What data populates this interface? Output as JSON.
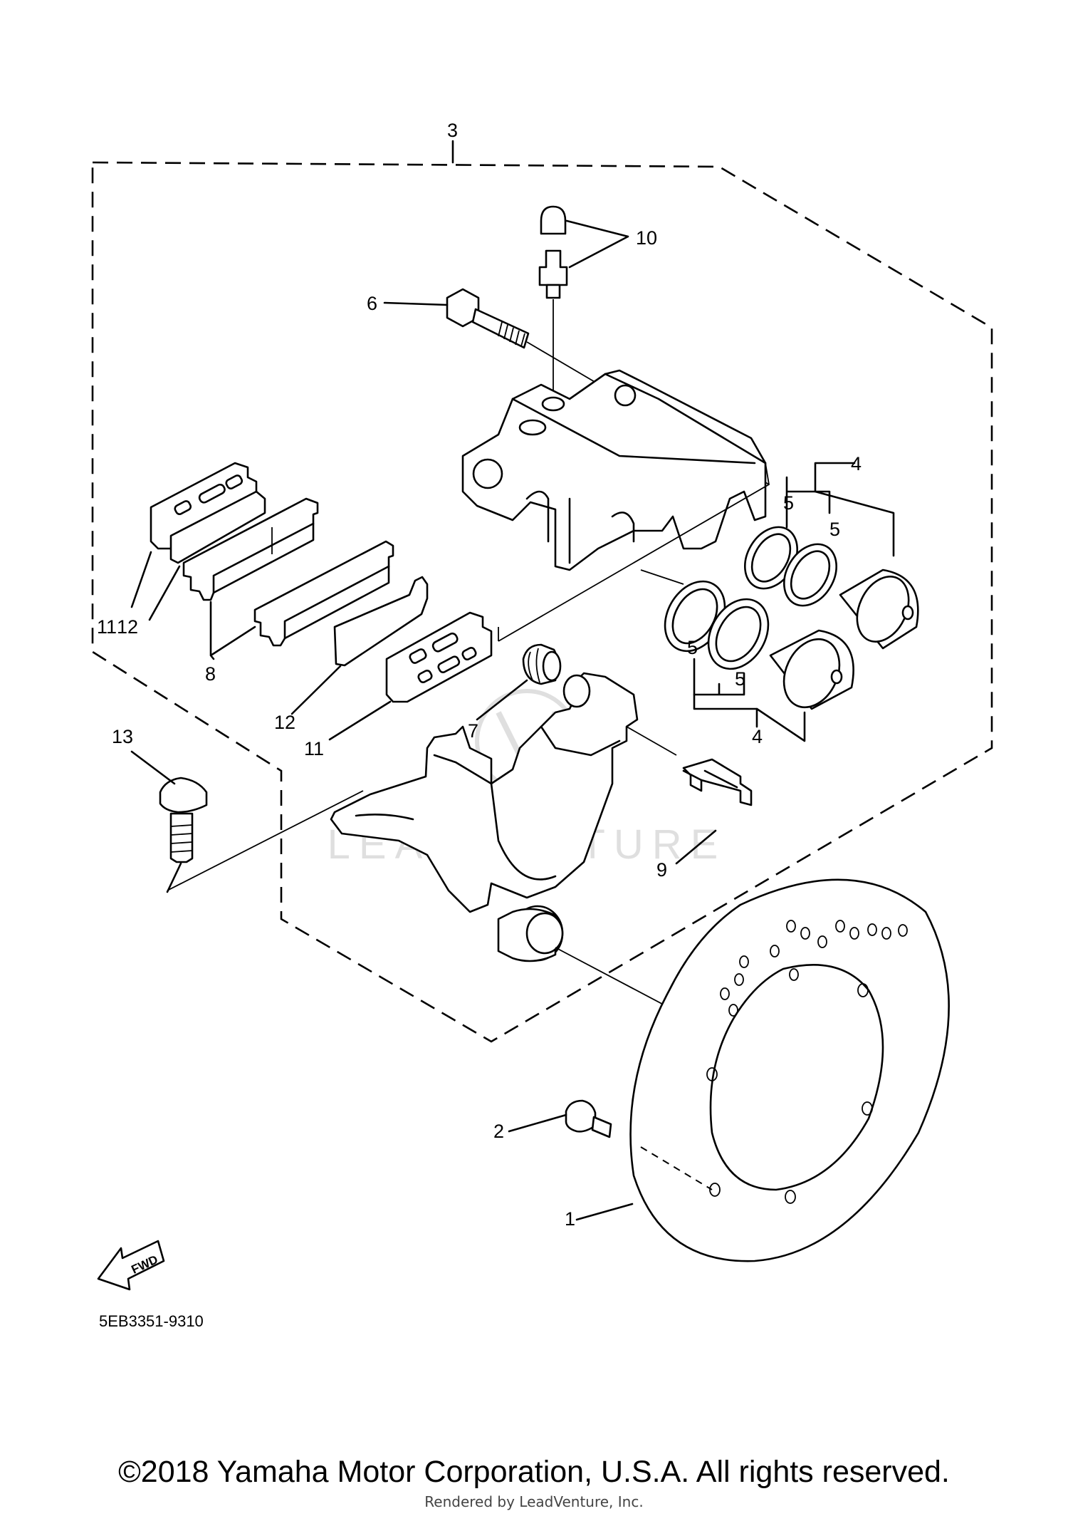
{
  "callouts": {
    "c1": "1",
    "c2": "2",
    "c3": "3",
    "c4a": "4",
    "c4b": "4",
    "c5a": "5",
    "c5b": "5",
    "c5c": "5",
    "c5d": "5",
    "c6": "6",
    "c7": "7",
    "c8": "8",
    "c9": "9",
    "c10": "10",
    "c11a": "11",
    "c11b": "11",
    "c12a": "12",
    "c12b": "12",
    "c13": "13"
  },
  "fwd_label": "FWD",
  "part_code": "5EB3351-9310",
  "watermark": "LEADVENTURE",
  "copyright": "©2018 Yamaha Motor Corporation, U.S.A. All rights reserved.",
  "rendered_by": "Rendered by LeadVenture, Inc."
}
